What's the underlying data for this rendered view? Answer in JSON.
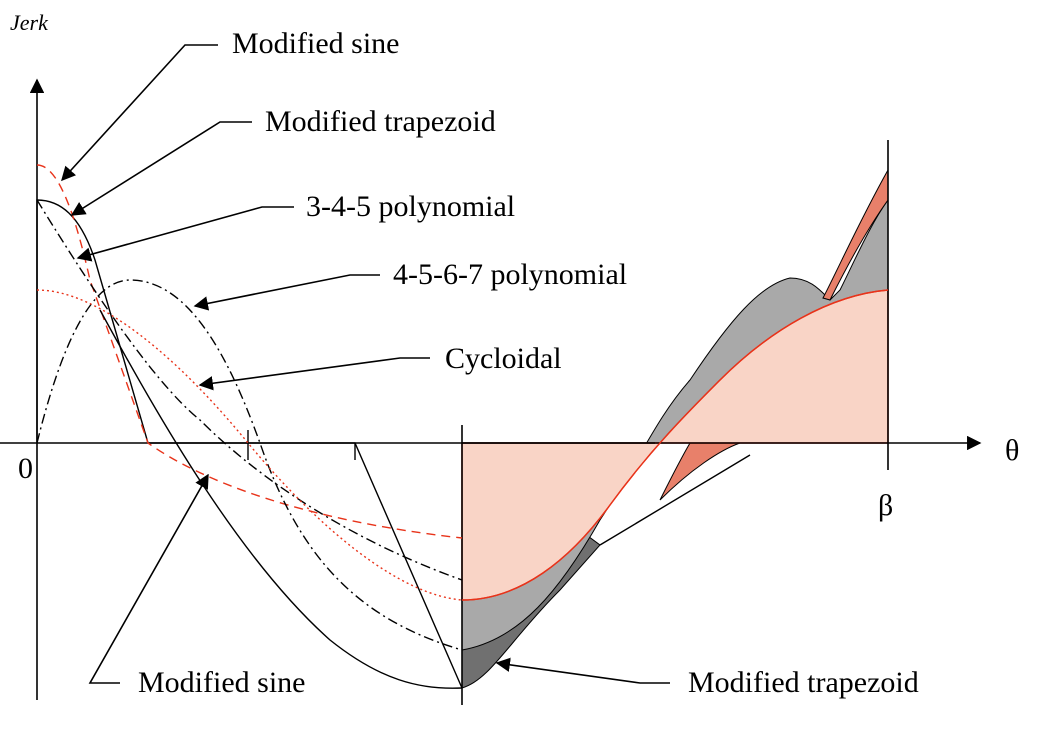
{
  "axes": {
    "y_label": "Jerk",
    "x_label": "θ",
    "origin_label": "0",
    "end_label": "β"
  },
  "labels": {
    "modified_sine_top": "Modified sine",
    "modified_trapezoid_top": "Modified trapezoid",
    "poly_345": "3-4-5 polynomial",
    "poly_4567": "4-5-6-7 polynomial",
    "cycloidal": "Cycloidal",
    "modified_sine_bottom": "Modified sine",
    "modified_trapezoid_bottom": "Modified trapezoid"
  },
  "colors": {
    "red_curve": "#e8331a",
    "fill_light_pink": "#f9d4c6",
    "fill_salmon": "#e8806a",
    "fill_gray": "#a9a9a9",
    "fill_dark_gray": "#707070"
  }
}
